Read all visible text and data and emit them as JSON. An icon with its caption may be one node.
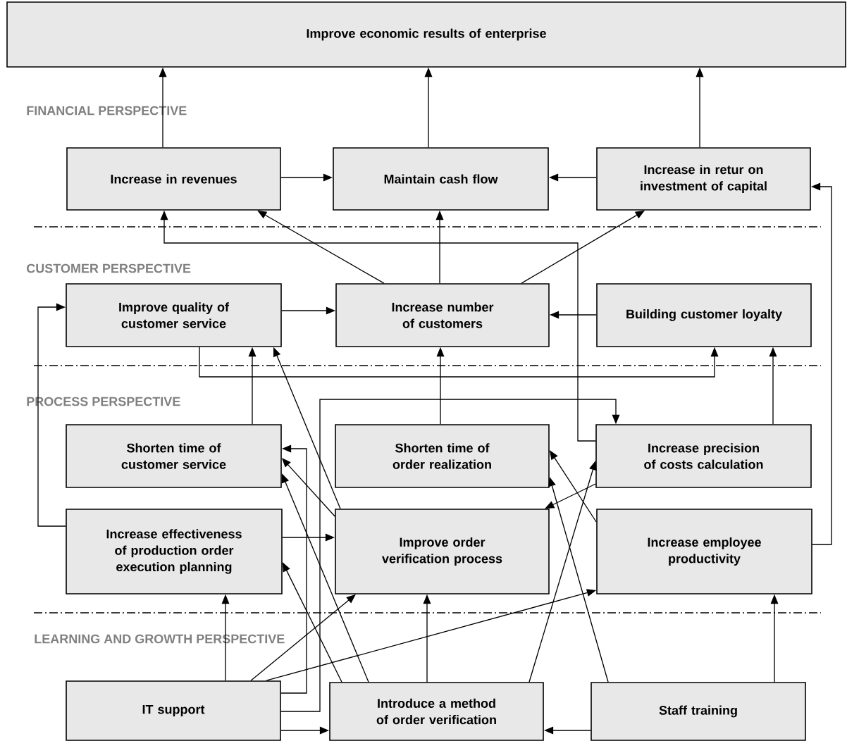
{
  "diagram": {
    "nodes": [
      {
        "text": [
          "Improve economic results of enterprise"
        ]
      },
      {
        "text": [
          "Increase in revenues"
        ]
      },
      {
        "text": [
          "Maintain cash flow"
        ]
      },
      {
        "text": [
          "Increase in retur on investment of capital"
        ]
      },
      {
        "text": [
          "Improve quality of customer service"
        ]
      },
      {
        "text": [
          "Increase number of customers"
        ]
      },
      {
        "text": [
          "Building customer loyalty"
        ]
      },
      {
        "text": [
          "Shorten time of customer service"
        ]
      },
      {
        "text": [
          "Shorten time of order realization"
        ]
      },
      {
        "text": [
          "Increase precision of costs calculation"
        ]
      },
      {
        "text": [
          "Increase effectiveness of production order execution planning"
        ]
      },
      {
        "text": [
          "Improve order verification process"
        ]
      },
      {
        "text": [
          "Increase employee productivity"
        ]
      },
      {
        "text": [
          "IT support"
        ]
      },
      {
        "text": [
          "Introduce a method of order verification"
        ]
      },
      {
        "text": [
          "Staff training"
        ]
      }
    ],
    "edges": [
      {
        "from": 1,
        "to": 0,
        "arrow": "to"
      },
      {
        "from": 2,
        "to": 0,
        "arrow": "to"
      },
      {
        "from": 3,
        "to": 0,
        "arrow": "to"
      },
      {
        "from": 1,
        "to": 2,
        "arrow": "to"
      },
      {
        "from": 3,
        "to": 2,
        "arrow": "to"
      },
      {
        "from": 5,
        "to": 1,
        "arrow": "to"
      },
      {
        "from": 9,
        "to": 1,
        "arrow": "to"
      },
      {
        "from": 5,
        "to": 2,
        "arrow": "to"
      },
      {
        "from": 5,
        "to": 3,
        "arrow": "to"
      },
      {
        "from": 12,
        "to": 3,
        "arrow": "to"
      },
      {
        "from": 4,
        "to": 5,
        "arrow": "to"
      },
      {
        "from": 6,
        "to": 5,
        "arrow": "to"
      },
      {
        "from": 4,
        "to": 6,
        "arrow": "to"
      },
      {
        "from": 9,
        "to": 6,
        "arrow": "to"
      },
      {
        "from": 7,
        "to": 4,
        "arrow": "to"
      },
      {
        "from": 11,
        "to": 4,
        "arrow": "to"
      },
      {
        "from": 10,
        "to": 4,
        "arrow": "to"
      },
      {
        "from": 8,
        "to": 5,
        "arrow": "to"
      },
      {
        "from": 13,
        "to": 9,
        "arrow": "to"
      },
      {
        "from": 13,
        "to": 7,
        "arrow": "to"
      },
      {
        "from": 11,
        "to": 7,
        "arrow": "to"
      },
      {
        "from": 14,
        "to": 7,
        "arrow": "to"
      },
      {
        "from": 10,
        "to": 11,
        "arrow": "to"
      },
      {
        "from": 13,
        "to": 10,
        "arrow": "to"
      },
      {
        "from": 14,
        "to": 10,
        "arrow": "to"
      },
      {
        "from": 13,
        "to": 11,
        "arrow": "to"
      },
      {
        "from": 13,
        "to": 12,
        "arrow": "to"
      },
      {
        "from": 13,
        "to": 14,
        "arrow": "to"
      },
      {
        "from": 14,
        "to": 11,
        "arrow": "to"
      },
      {
        "from": 14,
        "to": 9,
        "arrow": "to"
      },
      {
        "from": 15,
        "to": 8,
        "arrow": "to"
      },
      {
        "from": 12,
        "to": 8,
        "arrow": "to"
      },
      {
        "from": 9,
        "to": 11,
        "arrow": "to"
      },
      {
        "from": 15,
        "to": 14,
        "arrow": "to"
      },
      {
        "from": 15,
        "to": 12,
        "arrow": "to"
      }
    ],
    "labels": [
      "FINANCIAL PERSPECTIVE",
      "CUSTOMER PERSPECTIVE",
      "PROCESS PERSPECTIVE",
      "LEARNING AND GROWTH PERSPECTIVE"
    ]
  }
}
